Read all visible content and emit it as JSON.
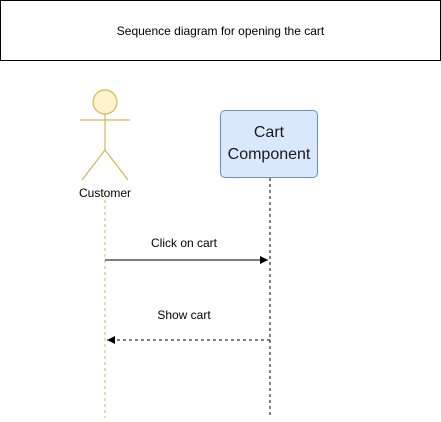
{
  "title": "Sequence diagram for opening the cart",
  "participants": {
    "actor": {
      "label": "Customer",
      "icon": "stick-figure-icon",
      "fill_color": "#fff2cc",
      "stroke_color": "#d6b656"
    },
    "component": {
      "label": "Cart\nComponent",
      "fill_color": "#dae8fc",
      "stroke_color": "#6c8ebf"
    }
  },
  "messages": [
    {
      "label": "Click on cart",
      "from": "Customer",
      "to": "Cart Component",
      "style": "solid"
    },
    {
      "label": "Show cart",
      "from": "Cart Component",
      "to": "Customer",
      "style": "dashed"
    }
  ]
}
